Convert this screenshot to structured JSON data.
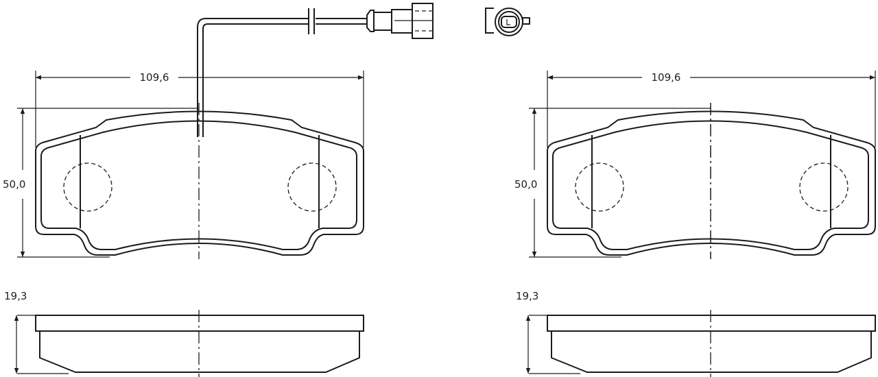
{
  "drawings": [
    {
      "name": "brake-pad-with-wear-sensor",
      "width_label": "109,6",
      "height_label": "50,0",
      "thickness_label": "19,3",
      "has_sensor": true
    },
    {
      "name": "brake-pad-without-sensor",
      "width_label": "109,6",
      "height_label": "50,0",
      "thickness_label": "19,3",
      "has_sensor": false
    }
  ]
}
